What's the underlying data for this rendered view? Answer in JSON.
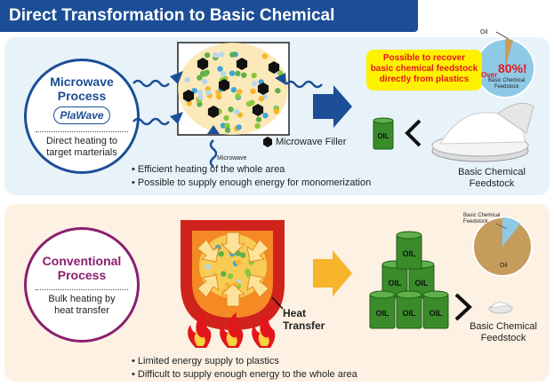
{
  "title": "Direct Transformation to Basic Chemical Feedstock",
  "microwave": {
    "title_line1": "Microwave",
    "title_line2": "Process",
    "logo": "PlaWave",
    "sub_line1": "Direct heating to",
    "sub_line2": "target marterials",
    "microwave_label": "Microwave",
    "filler_label": "Microwave Filler",
    "bullets": [
      "• Efficient heating of the whole area",
      "• Possible to supply enough energy for monomerization"
    ],
    "callout_lines": [
      "Possible to recover",
      "basic chemical feedstock",
      "directly from plastics"
    ],
    "pie_oil_label": "Oil",
    "pie_over_label": "Over",
    "pie_percent": "80%!",
    "pie_bcf_line1": "Basic Chemical",
    "pie_bcf_line2": "Feedstock",
    "can_label": "OIL",
    "feedstock_line1": "Basic Chemical",
    "feedstock_line2": "Feedstock"
  },
  "conventional": {
    "title_line1": "Conventional",
    "title_line2": "Process",
    "sub_line1": "Bulk heating by",
    "sub_line2": "heat transfer",
    "heat_line1": "Heat",
    "heat_line2": "Transfer",
    "bullets": [
      "• Limited energy supply to plastics",
      "• Difficult to supply enough energy to the whole area"
    ],
    "pie_bcf_line1": "Basic Chemical",
    "pie_bcf_line2": "Feedstock",
    "pie_oil_label": "Oil",
    "can_label": "OIL",
    "feedstock_line1": "Basic Chemical",
    "feedstock_line2": "Feedstock"
  },
  "colors": {
    "brand_blue": "#1b4e96",
    "conventional_purple": "#8a1f6e",
    "arrow_orange": "#f7b52c",
    "oil_green": "#3a8c2a",
    "pie_tan": "#c69c5d",
    "pie_blue": "#8ecae6"
  }
}
